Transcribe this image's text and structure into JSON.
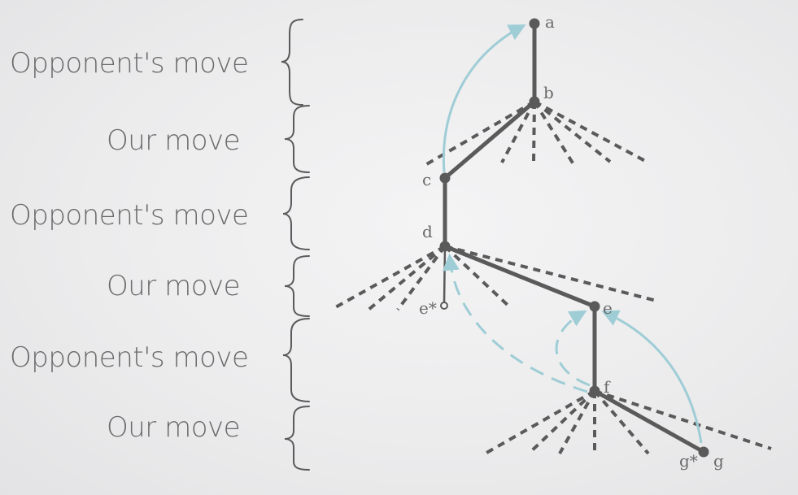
{
  "rows": [
    {
      "label": "Opponent's move"
    },
    {
      "label": "Our move"
    },
    {
      "label": "Opponent's move"
    },
    {
      "label": "Our move"
    },
    {
      "label": "Opponent's move"
    },
    {
      "label": "Our move"
    }
  ],
  "nodes": {
    "a": "a",
    "b": "b",
    "c": "c",
    "d": "d",
    "e": "e",
    "e_star": "e*",
    "f": "f",
    "g": "g",
    "g_star": "g*"
  },
  "colors": {
    "tree": "#5a5a5a",
    "arrow": "#9fcdd6",
    "label": "#6a6a6a",
    "background": "#ececed"
  }
}
